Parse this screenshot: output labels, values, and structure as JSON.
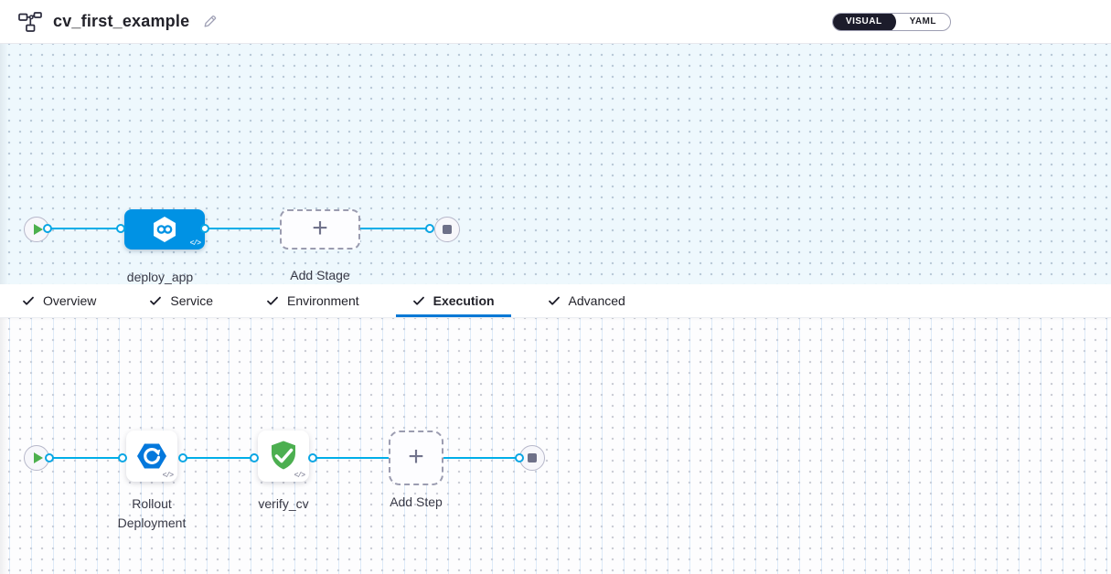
{
  "header": {
    "title": "cv_first_example",
    "view_toggle": {
      "visual_label": "VISUAL",
      "yaml_label": "YAML",
      "selected": "VISUAL"
    }
  },
  "icons": {
    "pipeline_icon": "flowchart-graph",
    "edit_icon": "pencil",
    "play_icon": "play-triangle",
    "stop_icon": "stop-square",
    "stage_icon": "cd-infinity-hexagon",
    "rollout_icon": "rollout-circular-arrow-hexagon",
    "verify_icon": "shield-check",
    "code_icon": "code-angle-brackets",
    "plus_icon": "plus",
    "check_icon": "checkmark"
  },
  "stage_pipeline": {
    "stage_label": "deploy_app",
    "add_stage_label": "Add Stage",
    "code_glyph": "</>",
    "plus_glyph": "+"
  },
  "tabs": [
    {
      "label": "Overview",
      "checked": true,
      "active": false
    },
    {
      "label": "Service",
      "checked": true,
      "active": false
    },
    {
      "label": "Environment",
      "checked": true,
      "active": false
    },
    {
      "label": "Execution",
      "checked": true,
      "active": true
    },
    {
      "label": "Advanced",
      "checked": true,
      "active": false
    }
  ],
  "execution_pipeline": {
    "rollout_label": "Rollout Deployment",
    "verify_label": "verify_cv",
    "add_step_label": "Add Step",
    "code_glyph": "</>",
    "plus_glyph": "+"
  },
  "colors": {
    "connector_blue": "#00aee8",
    "stage_blue": "#0092e4",
    "rollout_blue": "#0478dc",
    "verify_green": "#4caf50",
    "active_tab_underline": "#0278d5",
    "toggle_dark": "#1c1c2b",
    "canvas_top_bg": "#eef8fd"
  }
}
